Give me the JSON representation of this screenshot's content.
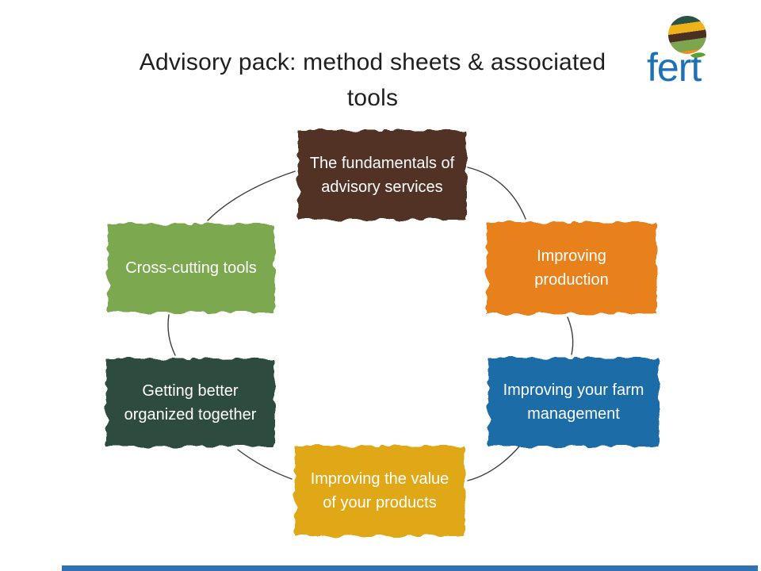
{
  "slide": {
    "title": "Advisory pack: method sheets & associated tools",
    "title_color": "#1f1f1f"
  },
  "logo": {
    "wordmark": "fert",
    "wordmark_color": "#1b72b8",
    "leaf_color": "#5f9e37",
    "globe_stripe_colors": [
      "#2b5345",
      "#eeb21a",
      "#4a2f23",
      "#7da44f",
      "#ee8d22"
    ]
  },
  "diagram": {
    "connector_color": "#3d3d3d",
    "boxes": [
      {
        "id": "fundamentals",
        "label": "The fundamentals of advisory services",
        "color": "#533028",
        "text_color": "#ffffff"
      },
      {
        "id": "production",
        "label": "Improving production",
        "color": "#e8811f",
        "text_color": "#ffffff"
      },
      {
        "id": "farm-management",
        "label": "Improving your farm management",
        "color": "#1f6ca8",
        "text_color": "#ffffff"
      },
      {
        "id": "product-value",
        "label": "Improving the value of your products",
        "color": "#e0a713",
        "text_color": "#ffffff"
      },
      {
        "id": "organized",
        "label": "Getting better organized together",
        "color": "#2e4b41",
        "text_color": "#ffffff"
      },
      {
        "id": "cross-cutting",
        "label": "Cross-cutting tools",
        "color": "#7ca94f",
        "text_color": "#ffffff"
      }
    ]
  },
  "footer": {
    "bar_color": "#2e73b5"
  }
}
